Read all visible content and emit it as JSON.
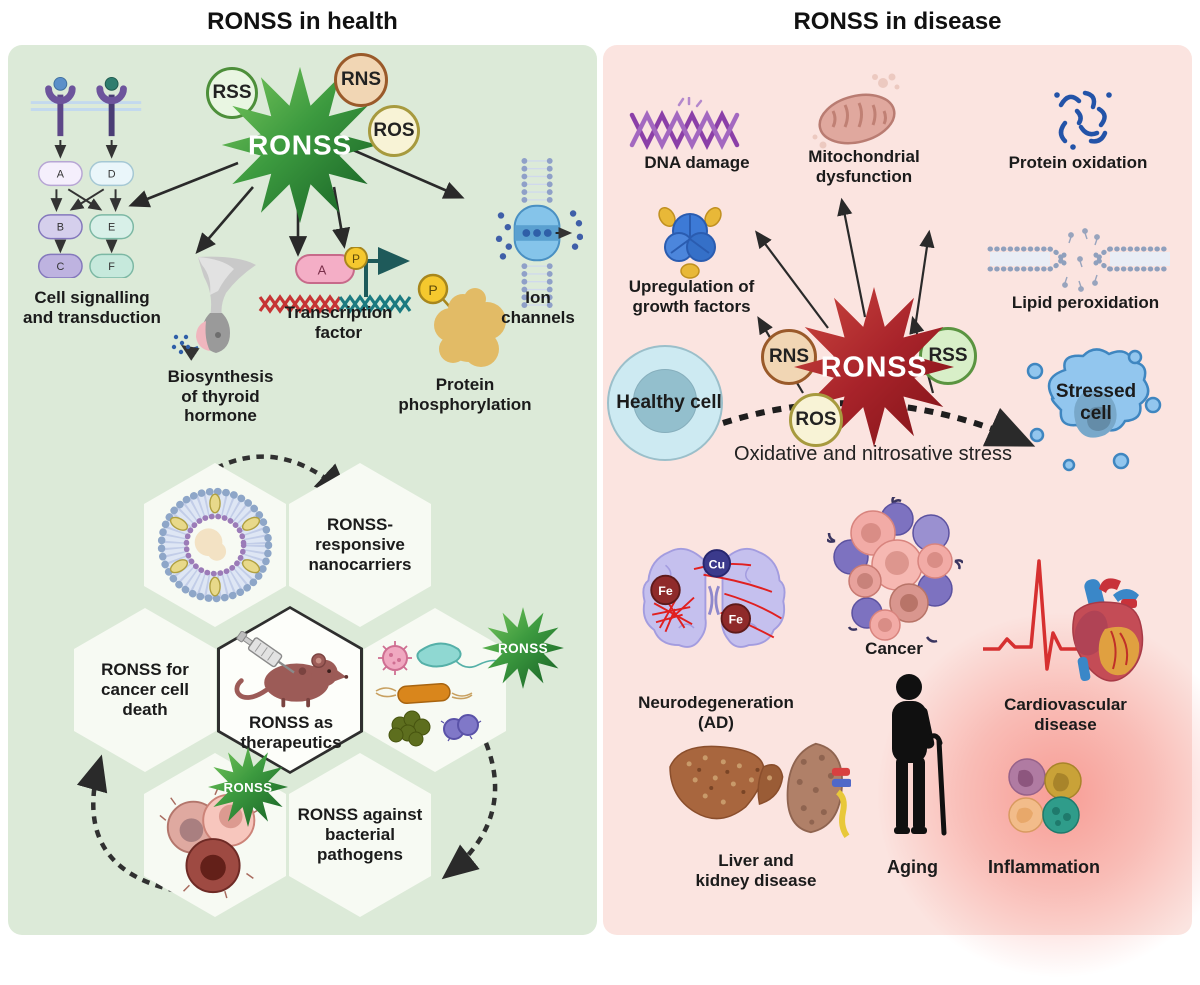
{
  "colors": {
    "left-bg": "#dcead8",
    "right-bg": "#fbe4e0",
    "hex-fill": "#f7faf3",
    "text": "#1b1b1b",
    "star-green-1": "#7cc95e",
    "star-green-2": "#3c9a3f",
    "star-green-3": "#145c23",
    "star-red-1": "#cc4840",
    "star-red-2": "#a8232a",
    "star-red-3": "#7e1216",
    "rss-bg": "#e9f6e2",
    "rss-border": "#4d8f3a",
    "rns-bg": "#f1d6b4",
    "rns-border": "#9a5a2a",
    "ros-bg": "#f8f3d6",
    "ros-border": "#a79a3e",
    "arrow": "#2a2a2a"
  },
  "left": {
    "title": "RONSS in health",
    "star": "RONSS",
    "mini_star": "RONSS",
    "species": {
      "rss": "RSS",
      "rns": "RNS",
      "ros": "ROS"
    },
    "signalling": {
      "label": "Cell signalling\nand transduction",
      "a": "A",
      "b": "B",
      "c": "C",
      "d": "D",
      "e": "E",
      "f": "F"
    },
    "thyroid": "Biosynthesis\nof thyroid\nhormone",
    "transcription": {
      "label": "Transcription\nfactor",
      "box": "A",
      "p": "P"
    },
    "phospho": {
      "label": "Protein\nphosphorylation",
      "p": "P"
    },
    "ion": "Ion\nchannels",
    "hex": {
      "nanocarriers": "RONSS-\nresponsive\nnanocarriers",
      "cancer": "RONSS for\ncancer cell\ndeath",
      "therapeutics": "RONSS as\ntherapeutics",
      "bacterial": "RONSS against\nbacterial\npathogens"
    }
  },
  "right": {
    "title": "RONSS in disease",
    "star": "RONSS",
    "species": {
      "rns": "RNS",
      "rss": "RSS",
      "ros": "ROS"
    },
    "items": {
      "dna": "DNA damage",
      "mito": "Mitochondrial\ndysfunction",
      "protein_ox": "Protein oxidation",
      "growth": "Upregulation of\ngrowth factors",
      "lipid": "Lipid peroxidation",
      "neuro": "Neurodegeneration\n(AD)",
      "cancer": "Cancer",
      "cardio": "Cardiovascular\ndisease",
      "liver": "Liver and\nkidney disease",
      "aging": "Aging",
      "inflammation": "Inflammation"
    },
    "healthy_cell": "Healthy cell",
    "stressed_cell": "Stressed\ncell",
    "stress_caption": "Oxidative and nitrosative stress",
    "metals": {
      "fe": "Fe",
      "cu": "Cu"
    }
  }
}
